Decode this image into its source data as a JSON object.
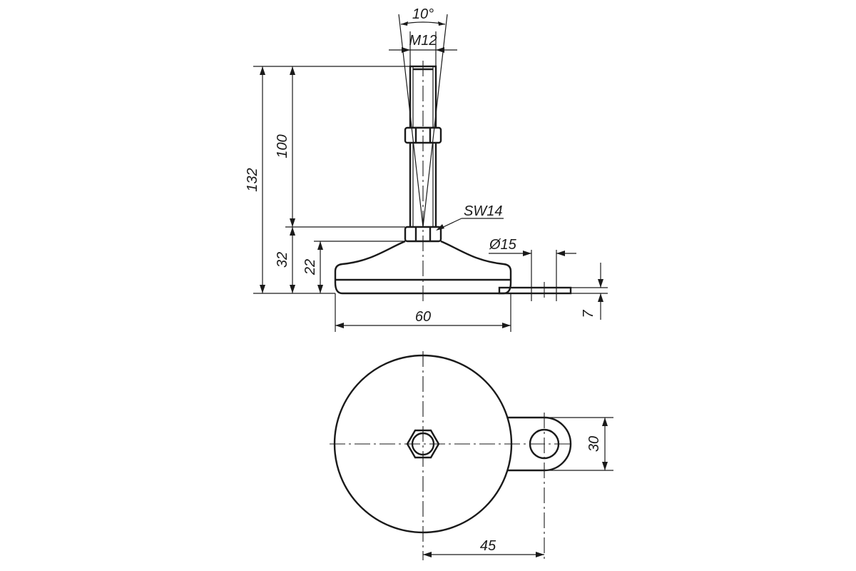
{
  "colors": {
    "line": "#1a1a1a",
    "background": "#ffffff"
  },
  "labels": {
    "angle": "10°",
    "thread": "M12",
    "overall_height": "132",
    "stud_length": "100",
    "base_height": "32",
    "foot_height": "22",
    "wrench_size": "SW14",
    "hole_diameter": "Ø15",
    "tab_thickness": "7",
    "base_diameter": "60",
    "tab_width": "30",
    "hole_offset": "45"
  }
}
